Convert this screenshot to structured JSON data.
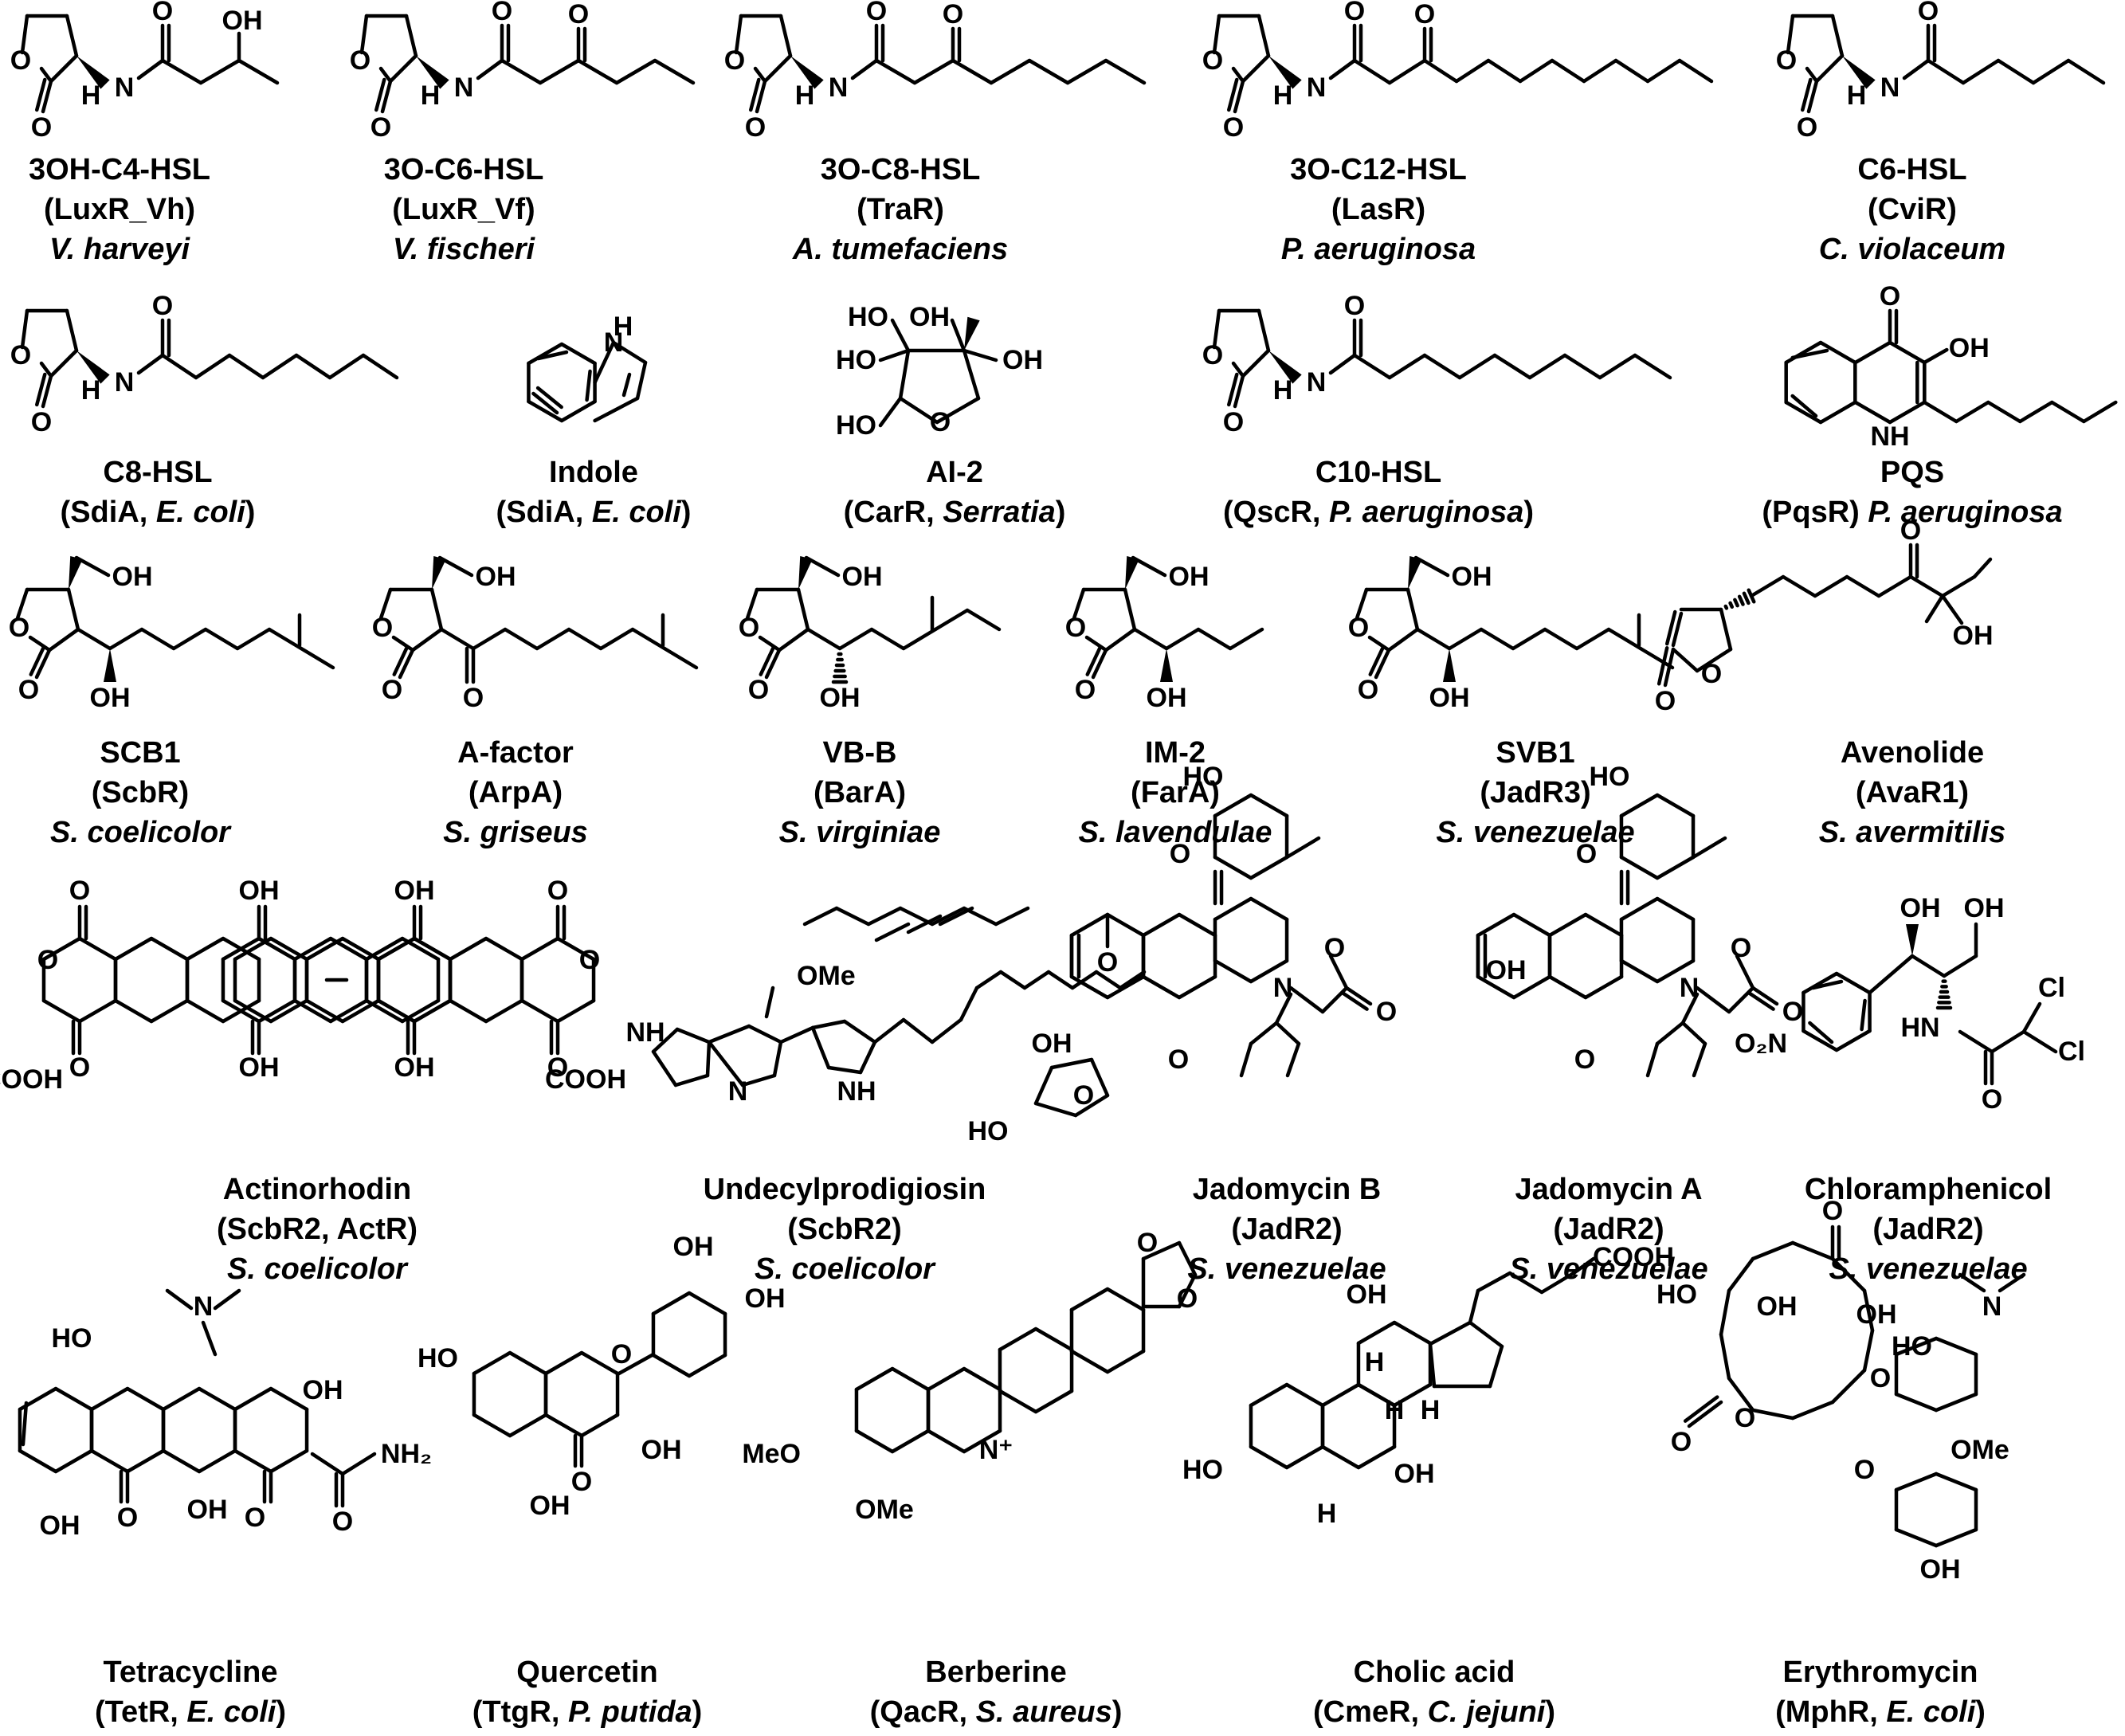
{
  "molecules": [
    {
      "name": "3OH-C4-HSL",
      "receptor": "(LuxR_Vh)",
      "organism": "V. harveyi"
    },
    {
      "name": "3O-C6-HSL",
      "receptor": "(LuxR_Vf)",
      "organism": "V. fischeri"
    },
    {
      "name": "3O-C8-HSL",
      "receptor": "(TraR)",
      "organism": "A. tumefaciens"
    },
    {
      "name": "3O-C12-HSL",
      "receptor": "(LasR)",
      "organism": "P. aeruginosa"
    },
    {
      "name": "C6-HSL",
      "receptor": "(CviR)",
      "organism": "C. violaceum"
    },
    {
      "name": "C8-HSL",
      "receptor_prefix": "(SdiA, ",
      "receptor_italic": "E. coli",
      "receptor_suffix": ")"
    },
    {
      "name": "Indole",
      "receptor_prefix": "(SdiA, ",
      "receptor_italic": "E. coli",
      "receptor_suffix": ")"
    },
    {
      "name": "AI-2",
      "receptor_prefix": "(CarR, ",
      "receptor_italic": "Serratia",
      "receptor_suffix": ")"
    },
    {
      "name": "C10-HSL",
      "receptor_prefix": "(QscR, ",
      "receptor_italic": "P. aeruginosa",
      "receptor_suffix": ")"
    },
    {
      "name": "PQS",
      "receptor_prefix": "(PqsR) ",
      "receptor_italic": "P. aeruginosa",
      "receptor_suffix": ""
    },
    {
      "name": "SCB1",
      "receptor": "(ScbR)",
      "organism": "S. coelicolor"
    },
    {
      "name": "A-factor",
      "receptor": "(ArpA)",
      "organism": "S. griseus"
    },
    {
      "name": "VB-B",
      "receptor": "(BarA)",
      "organism": "S. virginiae"
    },
    {
      "name": "IM-2",
      "receptor": "(FarA)",
      "organism": "S. lavendulae"
    },
    {
      "name": "SVB1",
      "receptor": "(JadR3)",
      "organism": "S. venezuelae"
    },
    {
      "name": "Avenolide",
      "receptor": "(AvaR1)",
      "organism": "S. avermitilis"
    },
    {
      "name": "Actinorhodin",
      "receptor": "(ScbR2, ActR)",
      "organism": "S. coelicolor"
    },
    {
      "name": "Undecylprodigiosin",
      "receptor": "(ScbR2)",
      "organism": "S. coelicolor"
    },
    {
      "name": "Jadomycin B",
      "receptor": "(JadR2)",
      "organism": "S. venezuelae"
    },
    {
      "name": "Jadomycin A",
      "receptor": "(JadR2)",
      "organism": "S. venezuelae"
    },
    {
      "name": "Chloramphenicol",
      "receptor": "(JadR2)",
      "organism": "S. venezuelae"
    },
    {
      "name": "Tetracycline",
      "receptor_prefix": "(TetR, ",
      "receptor_italic": "E. coli",
      "receptor_suffix": ")"
    },
    {
      "name": "Quercetin",
      "receptor_prefix": "(TtgR, ",
      "receptor_italic": "P. putida",
      "receptor_suffix": ")"
    },
    {
      "name": "Berberine",
      "receptor_prefix": "(QacR, ",
      "receptor_italic": "S. aureus",
      "receptor_suffix": ")"
    },
    {
      "name": "Cholic acid",
      "receptor_prefix": "(CmeR, ",
      "receptor_italic": "C. jejuni",
      "receptor_suffix": ")"
    },
    {
      "name": "Erythromycin",
      "receptor_prefix": "(MphR, ",
      "receptor_italic": "E. coli",
      "receptor_suffix": ")"
    }
  ],
  "atom_labels": {
    "o": "O",
    "oh": "OH",
    "ho": "HO",
    "h": "H",
    "n": "N",
    "nh": "NH",
    "hn": "HN",
    "cl": "Cl",
    "cooh": "COOH",
    "ome": "OMe",
    "meo": "MeO",
    "o2n": "O₂N",
    "nh2": "NH₂",
    "nplus": "N⁺"
  }
}
